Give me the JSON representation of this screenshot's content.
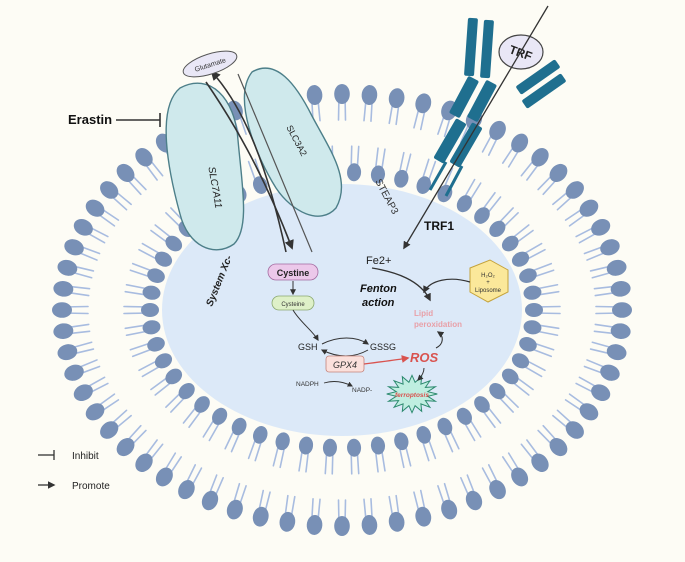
{
  "labels": {
    "glutamate": "Glutamate",
    "erastin": "Erastin",
    "slc3a2": "SLC3A2",
    "slc7a11": "SLC7A11",
    "system_xc": "System Xc-",
    "steap3": "STEAP3",
    "trf": "TRF",
    "trf1": "TRF1",
    "fe2": "Fe2+",
    "cystine_upper": "Cystine",
    "cysteine_lower": "Cysteine",
    "h2o2_line1": "H₂O₂",
    "h2o2_line2": "+",
    "h2o2_line3": "Liposome",
    "fenton_line1": "Fenton",
    "fenton_line2": "action",
    "lipid_line1": "Lipid",
    "lipid_line2": "peroxidation",
    "gsh": "GSH",
    "gssg": "GSSG",
    "gpx4": "GPX4",
    "ros": "ROS",
    "nadph": "NADPH",
    "nadp": "NADP-",
    "ferroptosis": "ferroptosis"
  },
  "legend": {
    "inhibit": "Inhibit",
    "promote": "Promote"
  },
  "colors": {
    "background": "#fdfcf5",
    "lipid_head": "#7890b6",
    "lipid_tail": "#a8bce0",
    "cytoplasm": "#dce9f8",
    "transporter": "#cfe9ec",
    "receptor": "#1f6f8f",
    "cystine_box": "#ecc8ea",
    "cysteine_box": "#def0c8",
    "h2o2_hex": "#fbe89a",
    "gpx4_box": "#fbe0dc",
    "ros_text": "#d9534f",
    "lipid_text": "#e8a0a8",
    "ferroptosis_fill": "#bfeee0",
    "ferroptosis_text": "#d9534f"
  }
}
